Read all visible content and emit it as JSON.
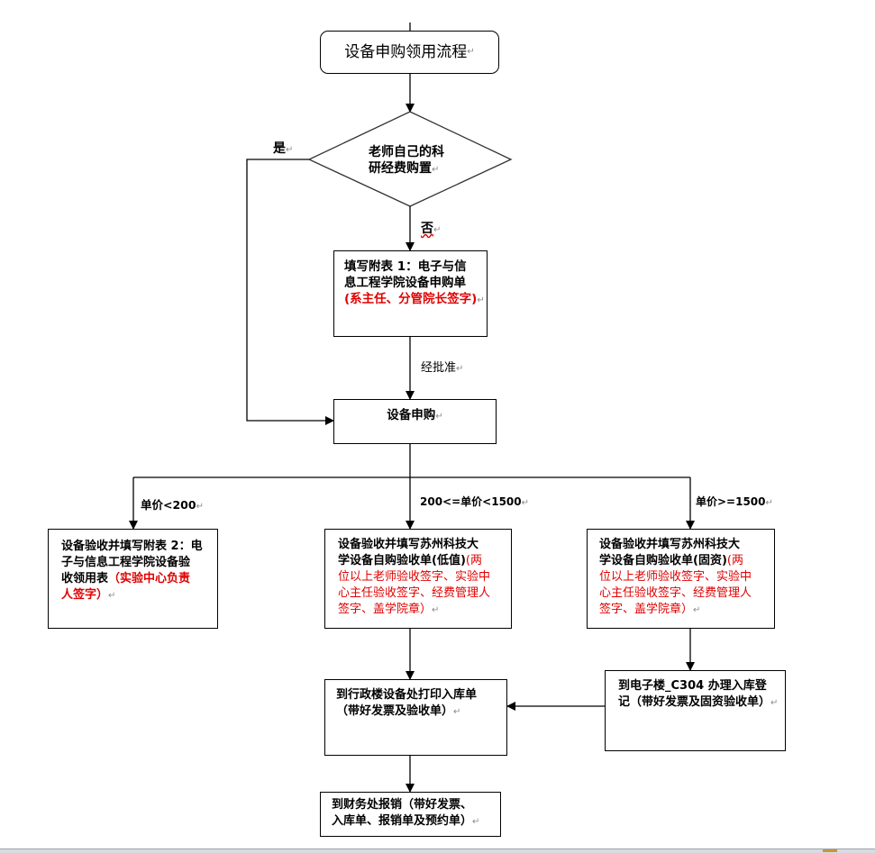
{
  "diagram": {
    "title": "设备申购领用流程",
    "nodes": {
      "start": {
        "text": "设备申购领用流程"
      },
      "decision": {
        "line1": "老师自己的科",
        "line2": "研经费购置"
      },
      "form1": {
        "line1": "填写附表 1：电子与信",
        "line2": "息工程学院设备申购单",
        "note": "(系主任、分管院长签字)"
      },
      "purchase": {
        "text": "设备申购"
      },
      "low": {
        "line1": "设备验收并填写附表 2：电",
        "line2": "子与信息工程学院设备验",
        "line3a": "收领用表",
        "line3b": "（实验中心负责",
        "line4": "人签字）"
      },
      "mid": {
        "line1": "设备验收并填写苏州科技大",
        "line2a": "学设备自购验收单(低值)",
        "line2b": "(两",
        "line3": "位以上老师验收签字、实验中",
        "line4": "心主任验收签字、经费管理人",
        "line5": "签字、盖学院章）"
      },
      "high": {
        "line1": "设备验收并填写苏州科技大",
        "line2a": "学设备自购验收单(固资)",
        "line2b": "(两",
        "line3": "位以上老师验收签字、实验中",
        "line4": "心主任验收签字、经费管理人",
        "line5": "签字、盖学院章）"
      },
      "admin": {
        "line1": "到行政楼设备处打印入库单",
        "line2": "（带好发票及验收单）"
      },
      "ebuilding": {
        "line1": "到电子楼_C304 办理入库登",
        "line2": "记（带好发票及固资验收单）"
      },
      "finance": {
        "line1": "到财务处报销（带好发票、",
        "line2": "入库单、报销单及预约单）"
      }
    },
    "edge_labels": {
      "yes": "是",
      "no": "否",
      "approved": "经批准",
      "price_low": "单价<200",
      "price_mid": "200<=单价<1500",
      "price_high": "单价>=1500"
    },
    "paragraph_mark": "↵",
    "colors": {
      "line": "#000000",
      "note_red": "#e00000",
      "mark_gray": "#888888"
    }
  }
}
